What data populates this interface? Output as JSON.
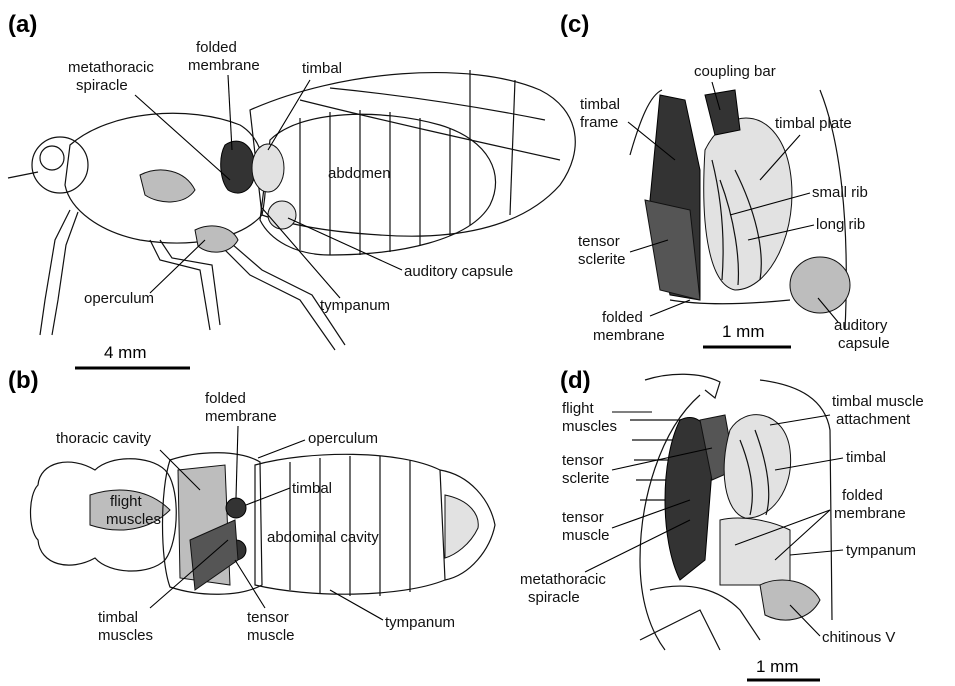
{
  "panels": {
    "a": {
      "tag": "(a)",
      "labels": {
        "folded_membrane": [
          "folded",
          "membrane"
        ],
        "metathoracic_spiracle": [
          "metathoracic",
          "spiracle"
        ],
        "timbal": "timbal",
        "abdomen": "abdomen",
        "auditory_capsule": "auditory capsule",
        "operculum": "operculum",
        "tympanum": "tympanum"
      },
      "scale": "4 mm"
    },
    "b": {
      "tag": "(b)",
      "labels": {
        "folded_membrane": [
          "folded",
          "membrane"
        ],
        "thoracic_cavity": "thoracic cavity",
        "operculum": "operculum",
        "timbal": "timbal",
        "flight_muscles": [
          "flight",
          "muscles"
        ],
        "abdominal_cavity": "abdominal cavity",
        "timbal_muscles": [
          "timbal",
          "muscles"
        ],
        "tensor_muscle": [
          "tensor",
          "muscle"
        ],
        "tympanum": "tympanum"
      }
    },
    "c": {
      "tag": "(c)",
      "labels": {
        "coupling_bar": "coupling bar",
        "timbal_frame": [
          "timbal",
          "frame"
        ],
        "timbal_plate": "timbal plate",
        "small_rib": "small rib",
        "long_rib": "long rib",
        "tensor_sclerite": [
          "tensor",
          "sclerite"
        ],
        "folded_membrane": [
          "folded",
          "membrane"
        ],
        "auditory_capsule": [
          "auditory",
          "capsule"
        ]
      },
      "scale": "1 mm"
    },
    "d": {
      "tag": "(d)",
      "labels": {
        "flight_muscles": [
          "flight",
          "muscles"
        ],
        "timbal_muscle_attachment": [
          "timbal muscle",
          "attachment"
        ],
        "tensor_sclerite": [
          "tensor",
          "sclerite"
        ],
        "timbal": "timbal",
        "tensor_muscle": [
          "tensor",
          "muscle"
        ],
        "folded_membrane": [
          "folded",
          "membrane"
        ],
        "tympanum": "tympanum",
        "metathoracic_spiracle": [
          "metathoracic",
          "spiracle"
        ],
        "chitinous_v": "chitinous V"
      },
      "scale": "1 mm"
    }
  }
}
